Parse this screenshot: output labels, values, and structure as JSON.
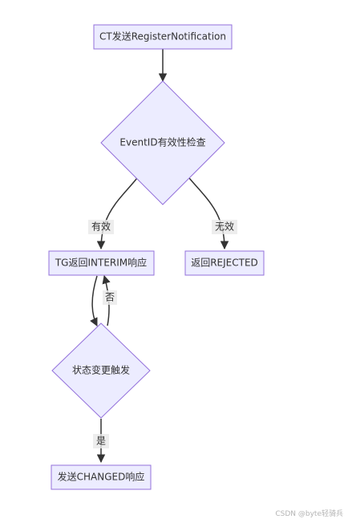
{
  "nodes": {
    "ct_send": "CT发送RegisterNotification",
    "eventid_check": "EventID有效性检查",
    "tg_interim": "TG返回INTERIM响应",
    "return_rejected": "返回REJECTED",
    "state_change": "状态变更触发",
    "send_changed": "发送CHANGED响应"
  },
  "edges": {
    "valid": "有效",
    "invalid": "无效",
    "no": "否",
    "yes": "是"
  },
  "watermark": "CSDN @byte轻骑兵",
  "colors": {
    "node_fill": "#ECECFF",
    "node_stroke": "#9370DB",
    "edge": "#333333",
    "label_bg": "#E8E8E8"
  }
}
